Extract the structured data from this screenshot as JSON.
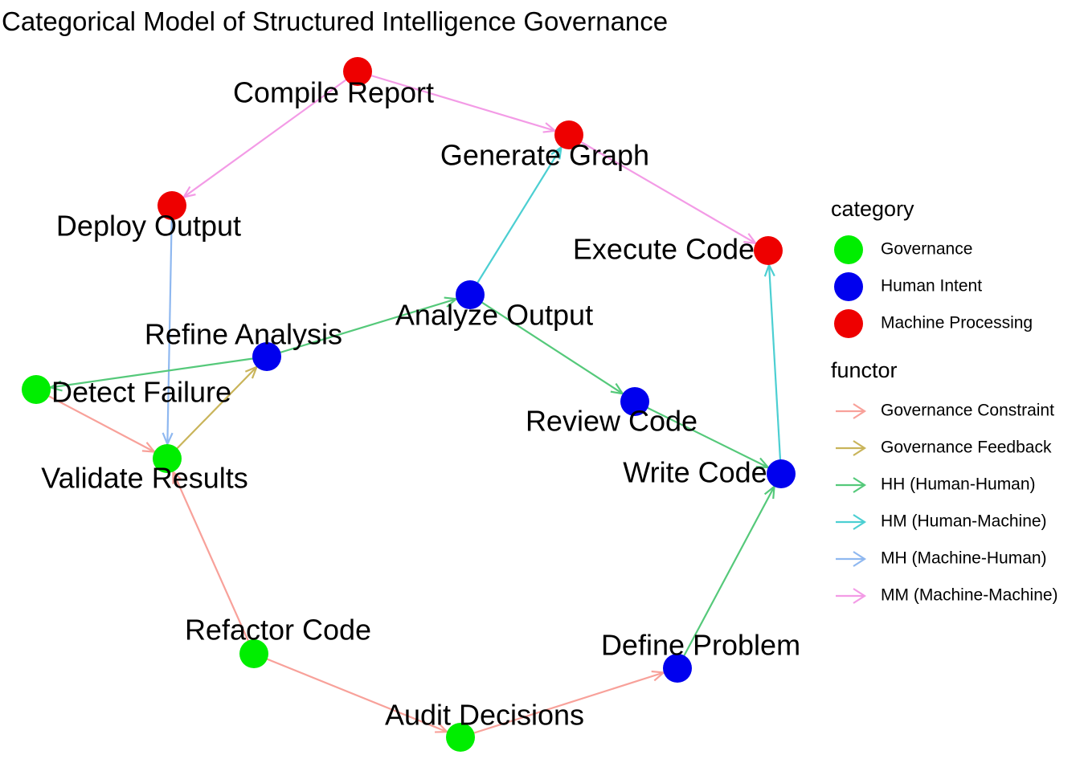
{
  "title": "Categorical Model of Structured Intelligence Governance",
  "categories": [
    {
      "key": "gov",
      "label": "Governance",
      "color": "#00ee00"
    },
    {
      "key": "human",
      "label": "Human Intent",
      "color": "#0000ee"
    },
    {
      "key": "machine",
      "label": "Machine Processing",
      "color": "#ee0000"
    }
  ],
  "functors": [
    {
      "key": "gc",
      "label": "Governance Constraint",
      "color": "#f8a19a"
    },
    {
      "key": "gf",
      "label": "Governance Feedback",
      "color": "#c9b45a"
    },
    {
      "key": "hh",
      "label": "HH (Human-Human)",
      "color": "#55c97a"
    },
    {
      "key": "hm",
      "label": "HM (Human-Machine)",
      "color": "#4ccfd2"
    },
    {
      "key": "mh",
      "label": "MH (Machine-Human)",
      "color": "#8fb8f0"
    },
    {
      "key": "mm",
      "label": "MM (Machine-Machine)",
      "color": "#f39be6"
    }
  ],
  "legend": {
    "category_title": "category",
    "functor_title": "functor"
  },
  "nodes": [
    {
      "id": "compile_report",
      "label": "Compile Report",
      "category": "machine"
    },
    {
      "id": "generate_graph",
      "label": "Generate Graph",
      "category": "machine"
    },
    {
      "id": "deploy_output",
      "label": "Deploy Output",
      "category": "machine"
    },
    {
      "id": "execute_code",
      "label": "Execute Code",
      "category": "machine"
    },
    {
      "id": "analyze_output",
      "label": "Analyze Output",
      "category": "human"
    },
    {
      "id": "refine_analysis",
      "label": "Refine Analysis",
      "category": "human"
    },
    {
      "id": "detect_failure",
      "label": "Detect Failure",
      "category": "gov"
    },
    {
      "id": "review_code",
      "label": "Review Code",
      "category": "human"
    },
    {
      "id": "validate_results",
      "label": "Validate Results",
      "category": "gov"
    },
    {
      "id": "write_code",
      "label": "Write Code",
      "category": "human"
    },
    {
      "id": "refactor_code",
      "label": "Refactor Code",
      "category": "gov"
    },
    {
      "id": "define_problem",
      "label": "Define Problem",
      "category": "human"
    },
    {
      "id": "audit_decisions",
      "label": "Audit Decisions",
      "category": "gov"
    }
  ],
  "edges": [
    {
      "from": "compile_report",
      "to": "generate_graph",
      "functor": "mm"
    },
    {
      "from": "generate_graph",
      "to": "execute_code",
      "functor": "mm"
    },
    {
      "from": "compile_report",
      "to": "deploy_output",
      "functor": "mm"
    },
    {
      "from": "analyze_output",
      "to": "generate_graph",
      "functor": "hm"
    },
    {
      "from": "write_code",
      "to": "execute_code",
      "functor": "hm"
    },
    {
      "from": "deploy_output",
      "to": "validate_results",
      "functor": "mh"
    },
    {
      "from": "refine_analysis",
      "to": "analyze_output",
      "functor": "hh"
    },
    {
      "from": "refine_analysis",
      "to": "detect_failure",
      "functor": "hh"
    },
    {
      "from": "analyze_output",
      "to": "review_code",
      "functor": "hh"
    },
    {
      "from": "review_code",
      "to": "write_code",
      "functor": "hh"
    },
    {
      "from": "define_problem",
      "to": "write_code",
      "functor": "hh"
    },
    {
      "from": "validate_results",
      "to": "refine_analysis",
      "functor": "gf"
    },
    {
      "from": "detect_failure",
      "to": "validate_results",
      "functor": "gc"
    },
    {
      "from": "refactor_code",
      "to": "validate_results",
      "functor": "gc"
    },
    {
      "from": "refactor_code",
      "to": "audit_decisions",
      "functor": "gc"
    },
    {
      "from": "audit_decisions",
      "to": "define_problem",
      "functor": "gc"
    }
  ]
}
